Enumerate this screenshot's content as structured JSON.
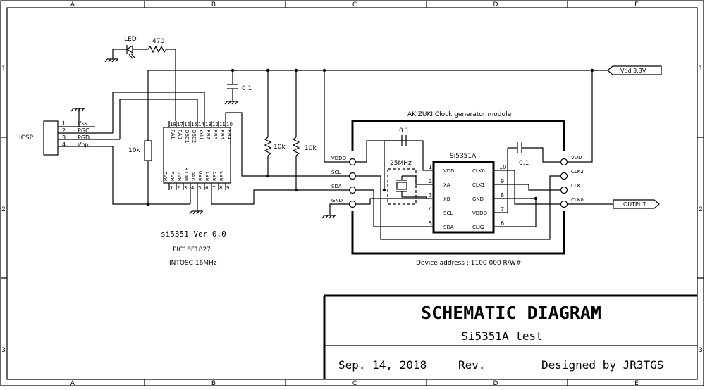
{
  "border": {
    "cols_top": [
      "A",
      "B",
      "C",
      "D",
      "E"
    ],
    "cols_bottom": [
      "A",
      "B",
      "C",
      "D",
      "E"
    ],
    "rows_left": [
      "1",
      "2",
      "3"
    ],
    "rows_right": [
      "1",
      "2",
      "3"
    ]
  },
  "title_block": {
    "title": "SCHEMATIC DIAGRAM",
    "subtitle": "Si5351A test",
    "date": "Sep. 14, 2018",
    "rev": "Rev.",
    "designed_by": "Designed by  JR3TGS"
  },
  "labels": {
    "led": "LED",
    "r_led": "470",
    "cap_top": "0.1",
    "r_pullup": "10k",
    "r_pullup_2": "10k",
    "r_mclr": "10k",
    "icsp": "ICSP",
    "vdd_rail": "Vdd 3.3V",
    "module_title": "AKIZUKI Clock generator module",
    "cap_xtal": "0.1",
    "cap_vddo": "0.1",
    "xtal": "25MHz",
    "chip": "Si5351A",
    "output": "OUTPUT",
    "device_address": "Device address : 1100 000 R/W#",
    "project": "si5351 Ver 0.0",
    "mcu": "PIC16F1827",
    "osc": "INTOSC 16MHz"
  },
  "icsp_pins": [
    {
      "num": "1",
      "name": "Vss"
    },
    {
      "num": "2",
      "name": "PGC"
    },
    {
      "num": "3",
      "name": "PGD"
    },
    {
      "num": "4",
      "name": "Vpp"
    }
  ],
  "pic": {
    "top_pins": [
      {
        "num": "18",
        "name": "RA1"
      },
      {
        "num": "17",
        "name": "RA0"
      },
      {
        "num": "16",
        "name": "OSC1"
      },
      {
        "num": "15",
        "name": "OSC2"
      },
      {
        "num": "14",
        "name": "Vdd"
      },
      {
        "num": "13",
        "name": "RB7"
      },
      {
        "num": "12",
        "name": "RB6"
      },
      {
        "num": "11",
        "name": "RB5"
      },
      {
        "num": "10",
        "name": "RB4"
      }
    ],
    "bottom_pins": [
      {
        "num": "1",
        "name": "RA2"
      },
      {
        "num": "2",
        "name": "RA3"
      },
      {
        "num": "3",
        "name": "RA4"
      },
      {
        "num": "4",
        "name": "MCLR"
      },
      {
        "num": "5",
        "name": "Vss"
      },
      {
        "num": "6",
        "name": "RB0"
      },
      {
        "num": "7",
        "name": "RB1"
      },
      {
        "num": "8",
        "name": "RB2"
      },
      {
        "num": "9",
        "name": "RB3"
      }
    ]
  },
  "module_left_pins": [
    "VDDO",
    "SCL",
    "SDA",
    "GND"
  ],
  "module_right_pins": [
    "VDD",
    "CLK2",
    "CLK1",
    "CLK0"
  ],
  "si_left": [
    {
      "num": "1",
      "name": "VDD"
    },
    {
      "num": "2",
      "name": "XA"
    },
    {
      "num": "3",
      "name": "XB"
    },
    {
      "num": "4",
      "name": "SCL"
    },
    {
      "num": "5",
      "name": "SDA"
    }
  ],
  "si_right": [
    {
      "num": "10",
      "name": "CLK0"
    },
    {
      "num": "9",
      "name": "CLK1"
    },
    {
      "num": "8",
      "name": "GND"
    },
    {
      "num": "7",
      "name": "VDDO"
    },
    {
      "num": "6",
      "name": "CLK2"
    }
  ]
}
